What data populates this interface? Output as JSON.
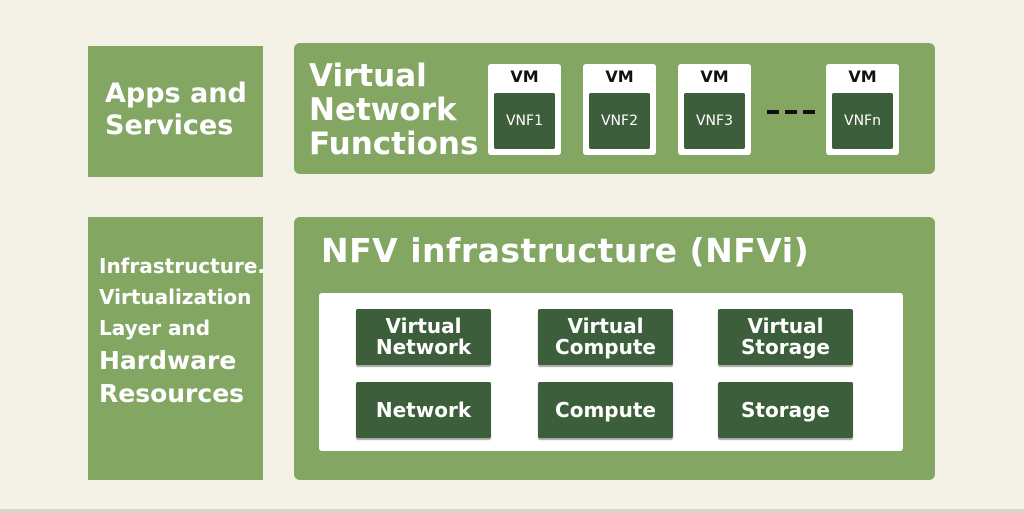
{
  "apps": {
    "label": "Apps and Services"
  },
  "infra": {
    "line1": "Infrastructure.",
    "line2": "Virtualization",
    "line3": "Layer and",
    "line4": "Hardware",
    "line5": "Resources"
  },
  "vnf": {
    "title_line1": "Virtual",
    "title_line2": "Network",
    "title_line3": "Functions",
    "cards": [
      {
        "vm": "VM",
        "vnf": "VNF1"
      },
      {
        "vm": "VM",
        "vnf": "VNF2"
      },
      {
        "vm": "VM",
        "vnf": "VNF3"
      },
      {
        "vm": "VM",
        "vnf": "VNFn"
      }
    ]
  },
  "nfvi": {
    "title": "NFV infrastructure (NFVi)",
    "virtual_network": [
      "Virtual",
      "Network"
    ],
    "virtual_compute": [
      "Virtual",
      "Compute"
    ],
    "virtual_storage": [
      "Virtual",
      "Storage"
    ],
    "network": "Network",
    "compute": "Compute",
    "storage": "Storage"
  },
  "colors": {
    "background": "#f4f1e6",
    "panel_green": "#84a663",
    "dark_green": "#3c5e3a",
    "white": "#ffffff"
  }
}
